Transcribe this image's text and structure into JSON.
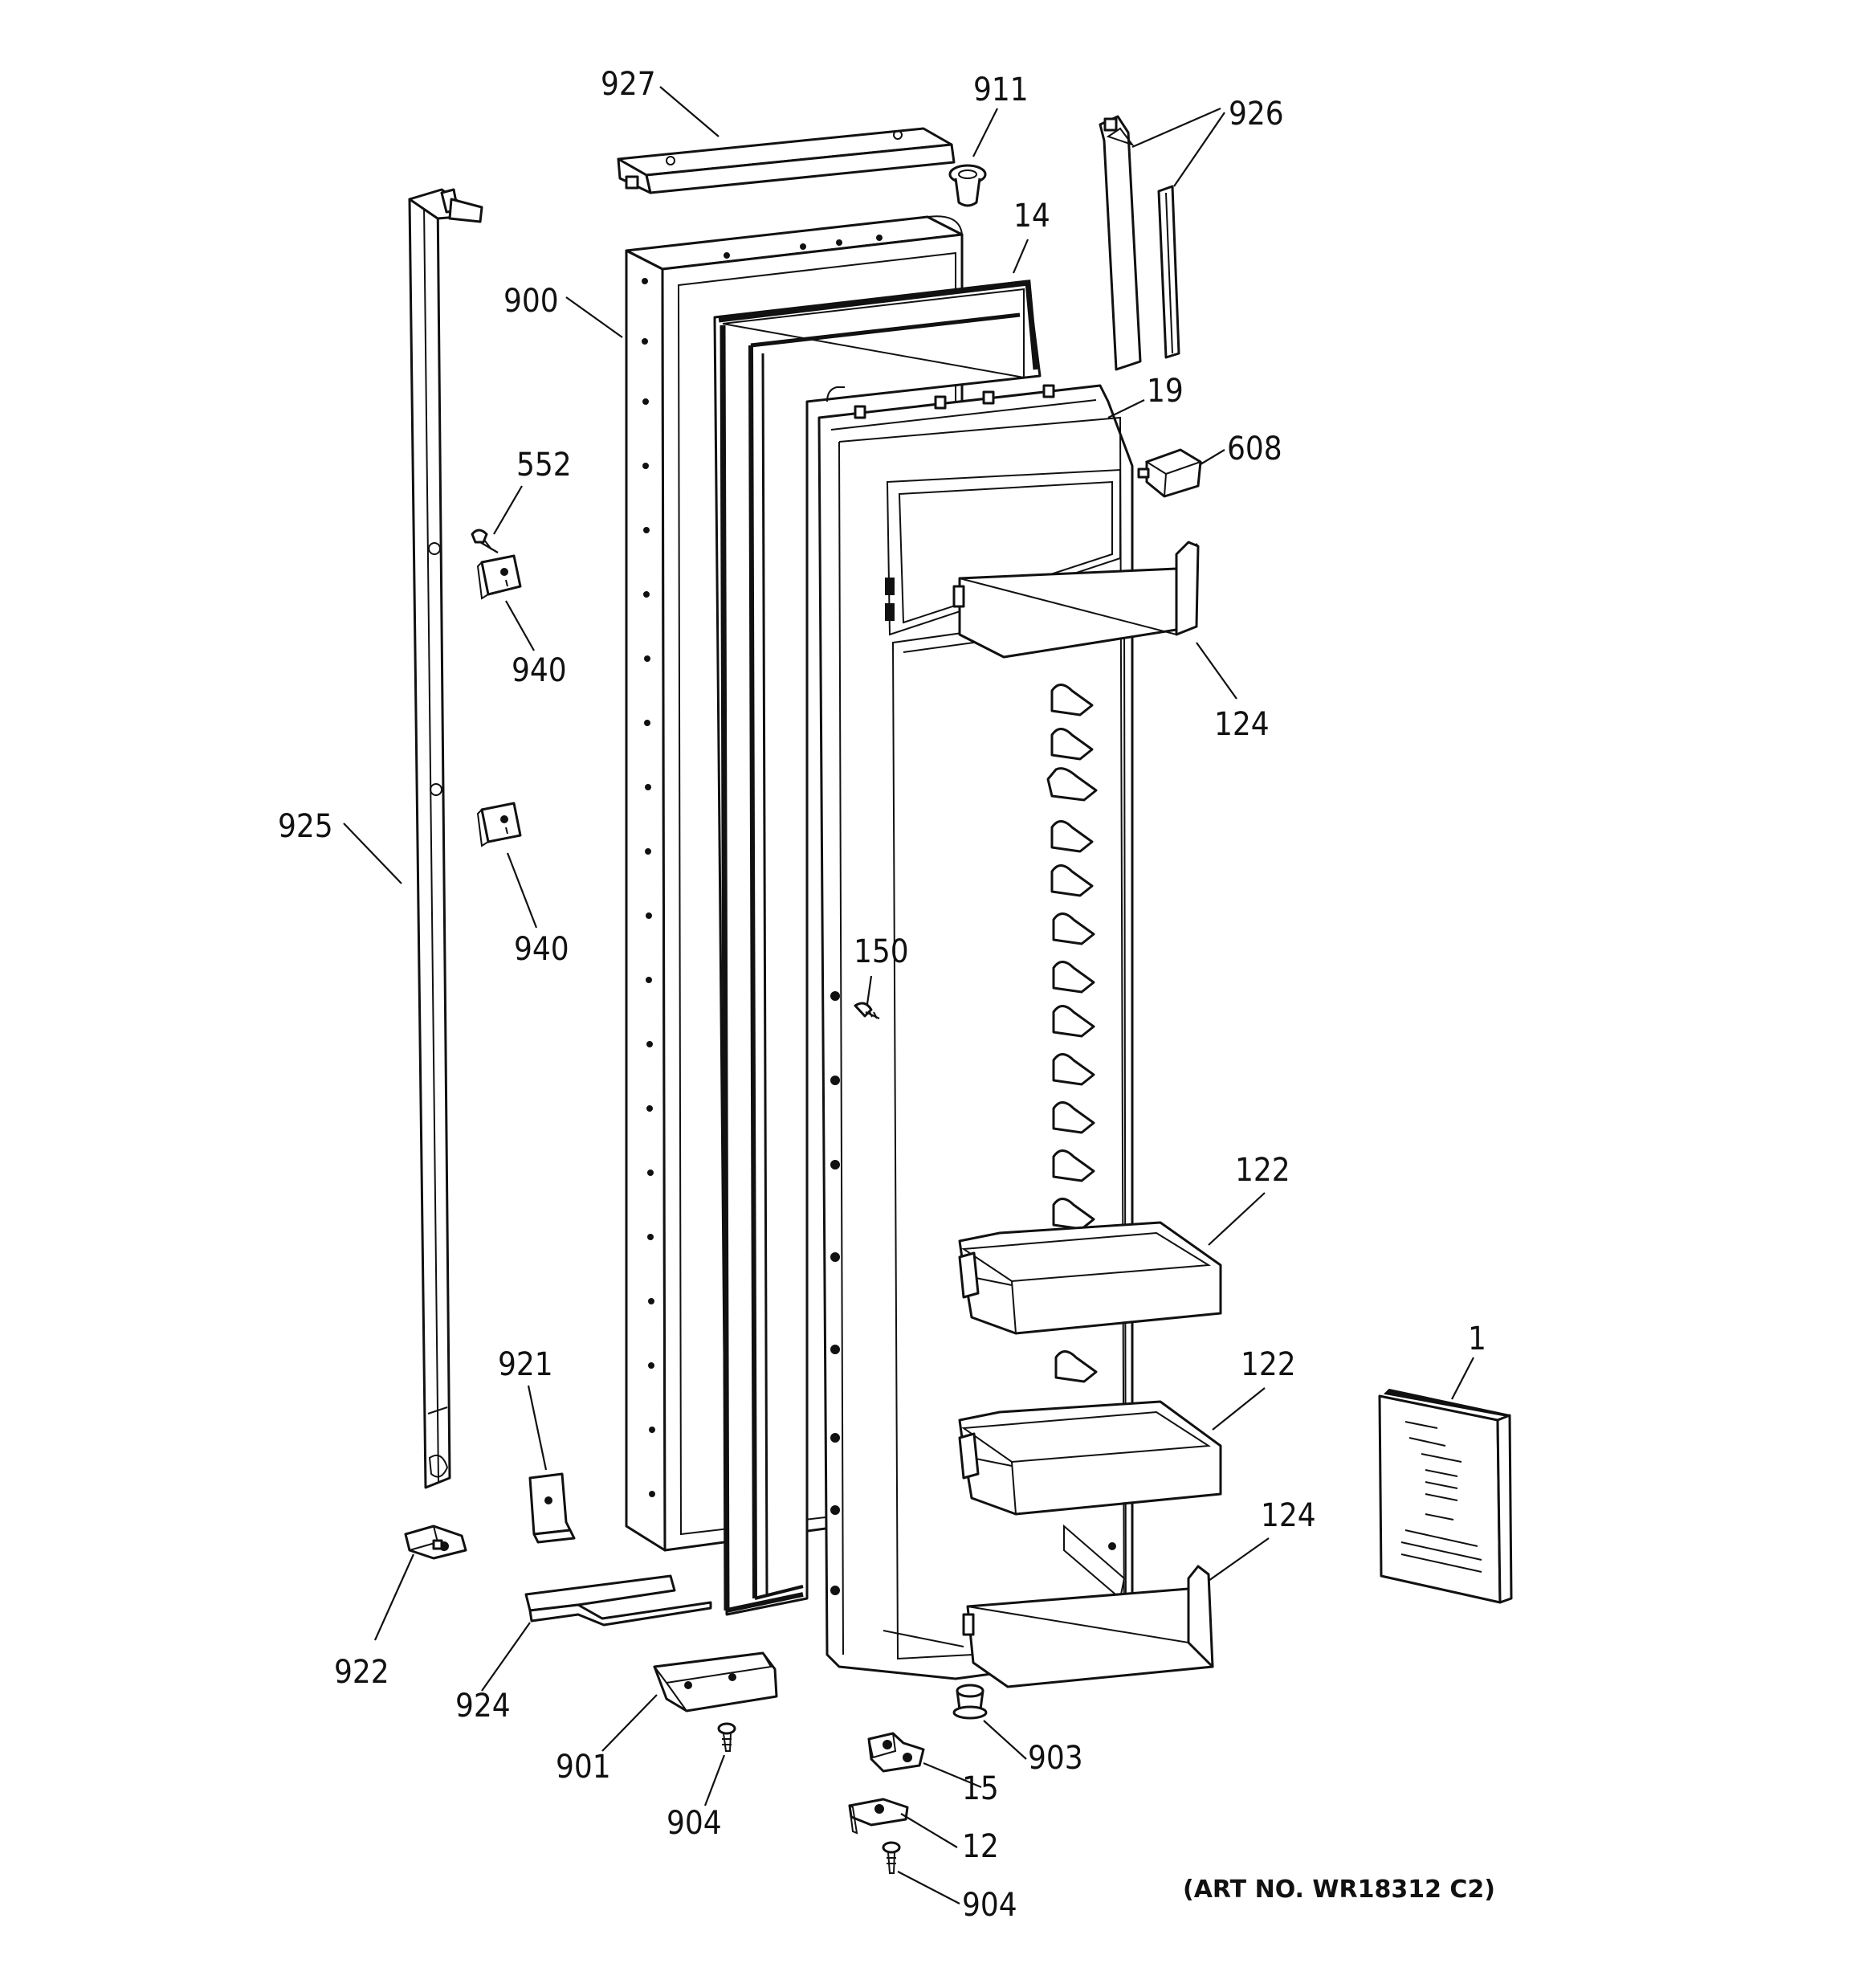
{
  "art_number": "(ART NO. WR18312 C2)",
  "callouts": [
    {
      "id": "c927",
      "text": "927"
    },
    {
      "id": "c911",
      "text": "911"
    },
    {
      "id": "c926",
      "text": "926"
    },
    {
      "id": "c14",
      "text": "14"
    },
    {
      "id": "c900",
      "text": "900"
    },
    {
      "id": "c19",
      "text": "19"
    },
    {
      "id": "c608",
      "text": "608"
    },
    {
      "id": "c552",
      "text": "552"
    },
    {
      "id": "c940a",
      "text": "940"
    },
    {
      "id": "c124a",
      "text": "124"
    },
    {
      "id": "c925",
      "text": "925"
    },
    {
      "id": "c940b",
      "text": "940"
    },
    {
      "id": "c150",
      "text": "150"
    },
    {
      "id": "c122a",
      "text": "122"
    },
    {
      "id": "c921",
      "text": "921"
    },
    {
      "id": "c122b",
      "text": "122"
    },
    {
      "id": "c1",
      "text": "1"
    },
    {
      "id": "c124b",
      "text": "124"
    },
    {
      "id": "c922",
      "text": "922"
    },
    {
      "id": "c924",
      "text": "924"
    },
    {
      "id": "c903",
      "text": "903"
    },
    {
      "id": "c901",
      "text": "901"
    },
    {
      "id": "c15",
      "text": "15"
    },
    {
      "id": "c904a",
      "text": "904"
    },
    {
      "id": "c12",
      "text": "12"
    },
    {
      "id": "c904b",
      "text": "904"
    }
  ]
}
